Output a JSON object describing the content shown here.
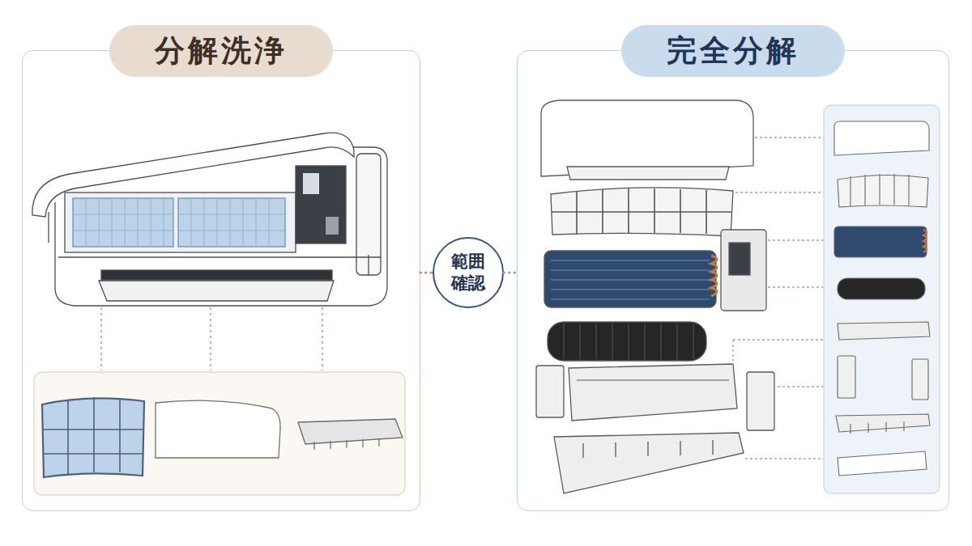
{
  "diagram": {
    "nodes": [
      {
        "text": [
          "分解洗浄"
        ]
      },
      {
        "text": [
          "範囲 確認"
        ]
      },
      {
        "text": [
          "完全分解"
        ]
      }
    ],
    "edges": [
      {
        "from": 0,
        "to": 1,
        "arrow": "none"
      },
      {
        "from": 1,
        "to": 2,
        "arrow": "none"
      }
    ]
  }
}
